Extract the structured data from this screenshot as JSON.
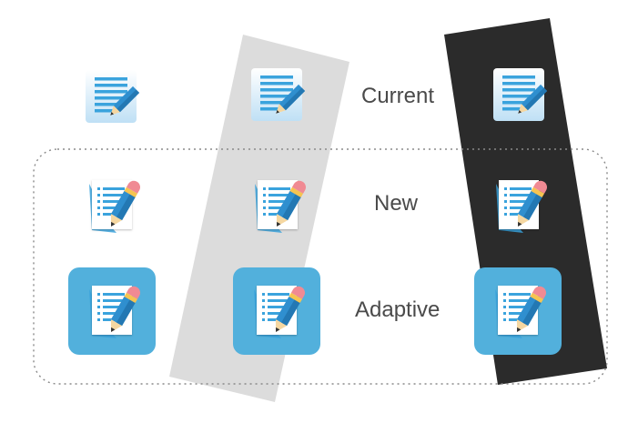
{
  "labels": {
    "current": "Current",
    "new": "New",
    "adaptive": "Adaptive"
  },
  "colors": {
    "light_band": "#dcdcdc",
    "dark_band": "#2b2b2b",
    "dotted_outline": "#8a8a8a",
    "adaptive_tile": "#52b0dc",
    "paper": "#ffffff",
    "lines": "#3aa3dd",
    "pencil_body": "#2f8fcf",
    "pencil_eraser": "#f08a93",
    "pencil_band": "#f5c451",
    "current_page_top": "#ffffff",
    "current_page_bottom": "#bfe0f5"
  },
  "icons": {
    "current": "note-edit-icon-current",
    "new": "note-edit-icon-new",
    "adaptive": "note-edit-icon-adaptive"
  }
}
